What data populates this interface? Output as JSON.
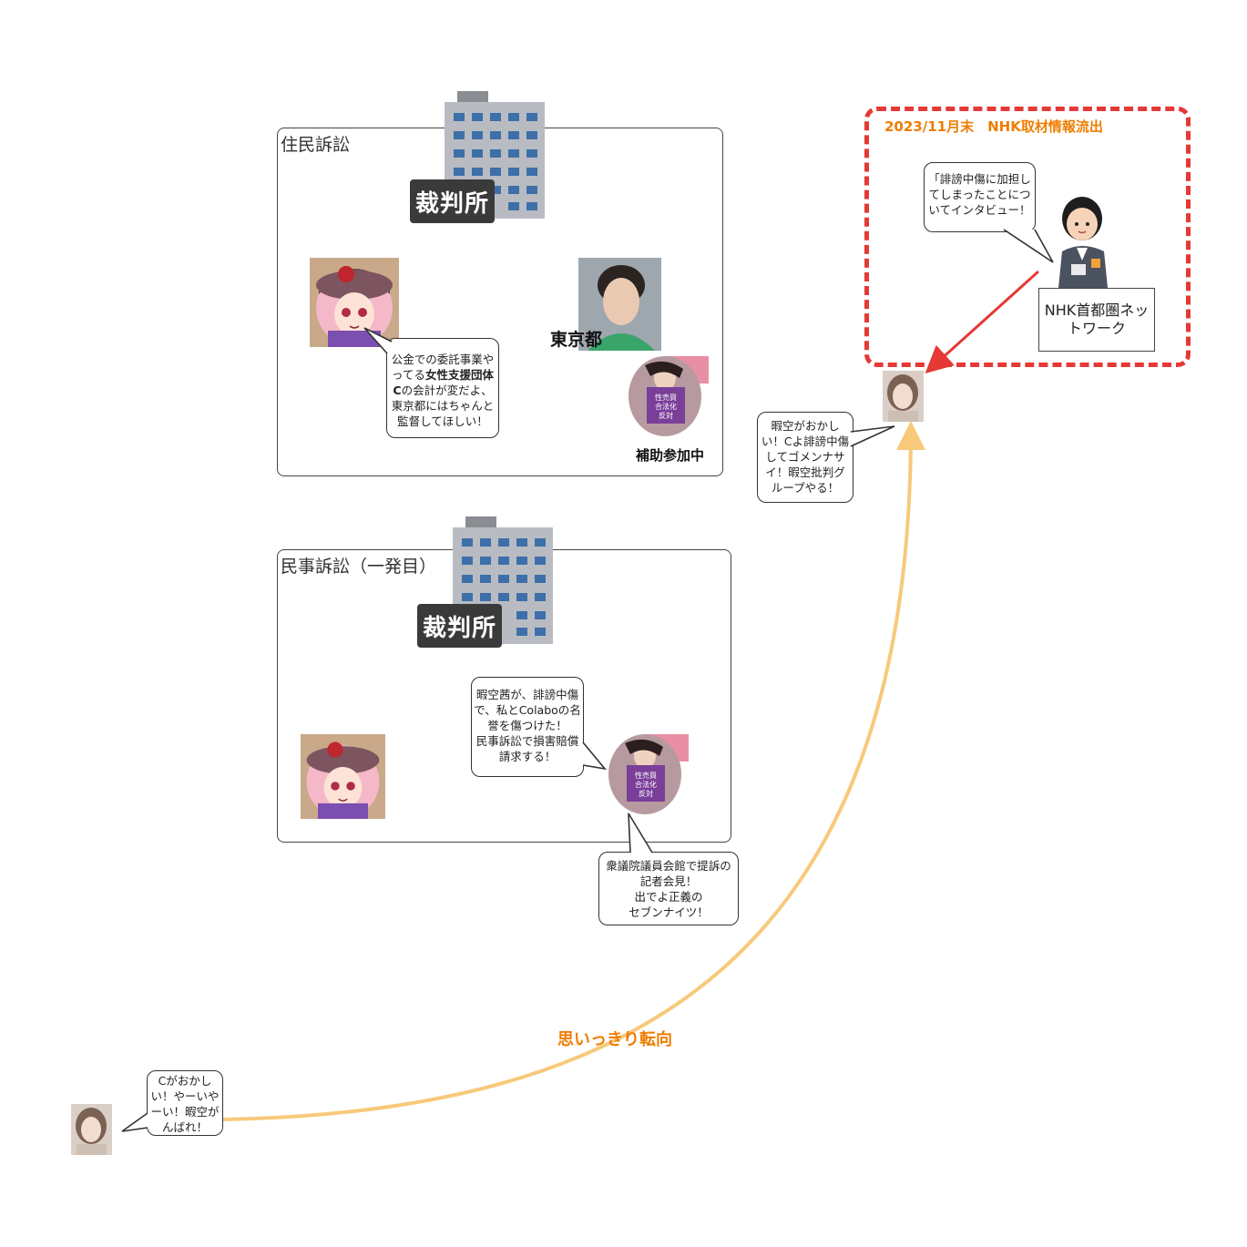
{
  "panels": {
    "resident_lawsuit": {
      "title": "住民訴訟",
      "court_sign": "裁判所",
      "tokyo_label": "東京都",
      "support_label": "補助参加中",
      "bubble_text_1": "公金での委託事業や",
      "bubble_text_2a": "ってる",
      "bubble_text_2b": "女性支援団体",
      "bubble_text_3a": "C",
      "bubble_text_3b": "の会計が変だよ、",
      "bubble_text_4": "東京都にはちゃんと",
      "bubble_text_5": "監督してほしい！"
    },
    "civil_lawsuit": {
      "title": "民事訴訟（一発目）",
      "court_sign": "裁判所",
      "bubble_lines": [
        "暇空茜が、誹謗中傷",
        "で、私とColaboの名",
        "誉を傷つけた！",
        "民事訴訟で損害賠償",
        "請求する！"
      ],
      "press_lines": [
        "衆議院議員会館で提訴の",
        "記者会見！",
        "出でよ正義の",
        "セブンナイツ！"
      ]
    }
  },
  "nhk_box": {
    "title": "2023/11月末　NHK取材情報流出",
    "reporter_bubble_lines": [
      "「誹謗中傷に加担し",
      "てしまったことにつ",
      "いてインタビュー！"
    ],
    "network_label_lines": [
      "NHK首都圏ネッ",
      "トワーク"
    ]
  },
  "woman_bubble_right_lines": [
    "暇空がおかし",
    "い！Cよ誹謗中傷",
    "してゴメンナサ",
    "イ！暇空批判グ",
    "ループやる！"
  ],
  "woman_bubble_left_lines": [
    "Cがおかし",
    "い！やーいや",
    "ーい！暇空が",
    "んばれ！"
  ],
  "arrow_label": "思いっきり転向",
  "icons": [
    "court-building-icon",
    "pink-hair-avatar-icon",
    "protest-sign-avatar-icon",
    "woman-photo-icon",
    "reporter-icon"
  ],
  "colors": {
    "red": "#e53935",
    "orange": "#ef7d00",
    "curve": "#f7c97a"
  }
}
